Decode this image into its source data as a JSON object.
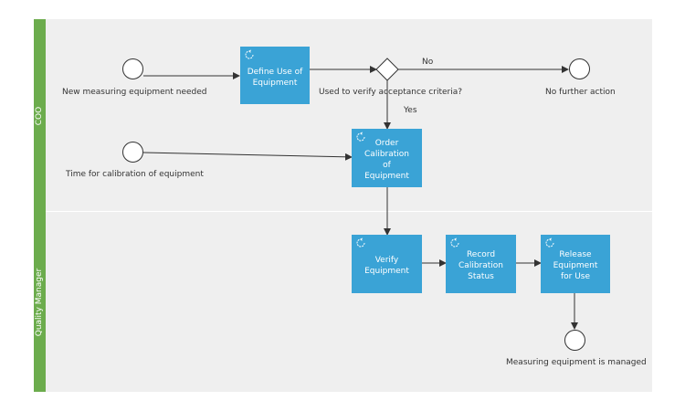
{
  "lanes": {
    "coo": "COO",
    "quality_manager": "Quality Manager"
  },
  "events": {
    "start_new_equipment": "New measuring equipment needed",
    "start_calibration": "Time for calibration of equipment",
    "end_no_action": "No further action",
    "end_managed": "Measuring equipment is managed"
  },
  "tasks": {
    "define_use": "Define Use of\nEquipment",
    "order_calibration": "Order\nCalibration\nof\nEquipment",
    "verify_equipment": "Verify\nEquipment",
    "record_status": "Record\nCalibration\nStatus",
    "release_equipment": "Release\nEquipment\nfor Use"
  },
  "gateway": {
    "question": "Used to verify acceptance criteria?",
    "no_label": "No",
    "yes_label": "Yes"
  },
  "colors": {
    "lane_bar": "#6cac4d",
    "lane_bg": "#efefef",
    "task": "#3aa3d6",
    "line": "#333333"
  }
}
